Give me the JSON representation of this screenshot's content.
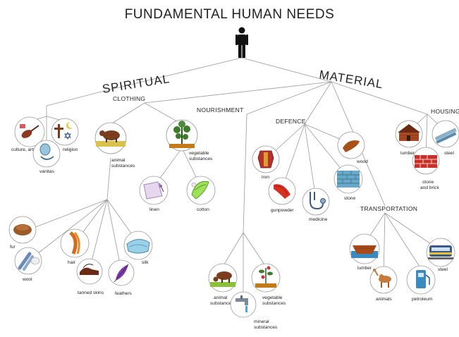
{
  "title": "FUNDAMENTAL HUMAN NEEDS",
  "branches": {
    "spiritual": "SPIRITUAL",
    "material": "MATERIAL"
  },
  "categories": {
    "clothing": "CLOTHING",
    "nourishment": "NOURISHMENT",
    "defence": "DEFENCE",
    "housing": "HOUSING",
    "transportation": "TRANSPORTATION"
  },
  "spiritual_items": {
    "culture": "culture, arts",
    "religion": "religion",
    "vanitas": "vanitas"
  },
  "clothing_items": {
    "animal1": "animal",
    "animal2": "substances",
    "vegetable1": "vegetable",
    "vegetable2": "substances",
    "linen": "linen",
    "cotton": "cotton",
    "fur": "fur",
    "wool": "wool",
    "hair": "hair",
    "tanned": "tanned skins",
    "feathers": "feathers",
    "silk": "silk"
  },
  "nourishment_items": {
    "animal1": "animal",
    "animal2": "substances",
    "vegetable1": "vegetable",
    "vegetable2": "substances",
    "mineral1": "mineral",
    "mineral2": "substances"
  },
  "defence_items": {
    "iron": "iron",
    "wood": "wood",
    "gunpowder": "gunpowder",
    "medicine": "medicine",
    "stone": "stone"
  },
  "housing_items": {
    "lumber": "lumber",
    "steel": "steel",
    "stone1": "stone",
    "stone2": "and brick"
  },
  "transport_items": {
    "lumber": "lumber",
    "animals": "animals",
    "petroleum": "petroleum",
    "steel": "steel"
  }
}
